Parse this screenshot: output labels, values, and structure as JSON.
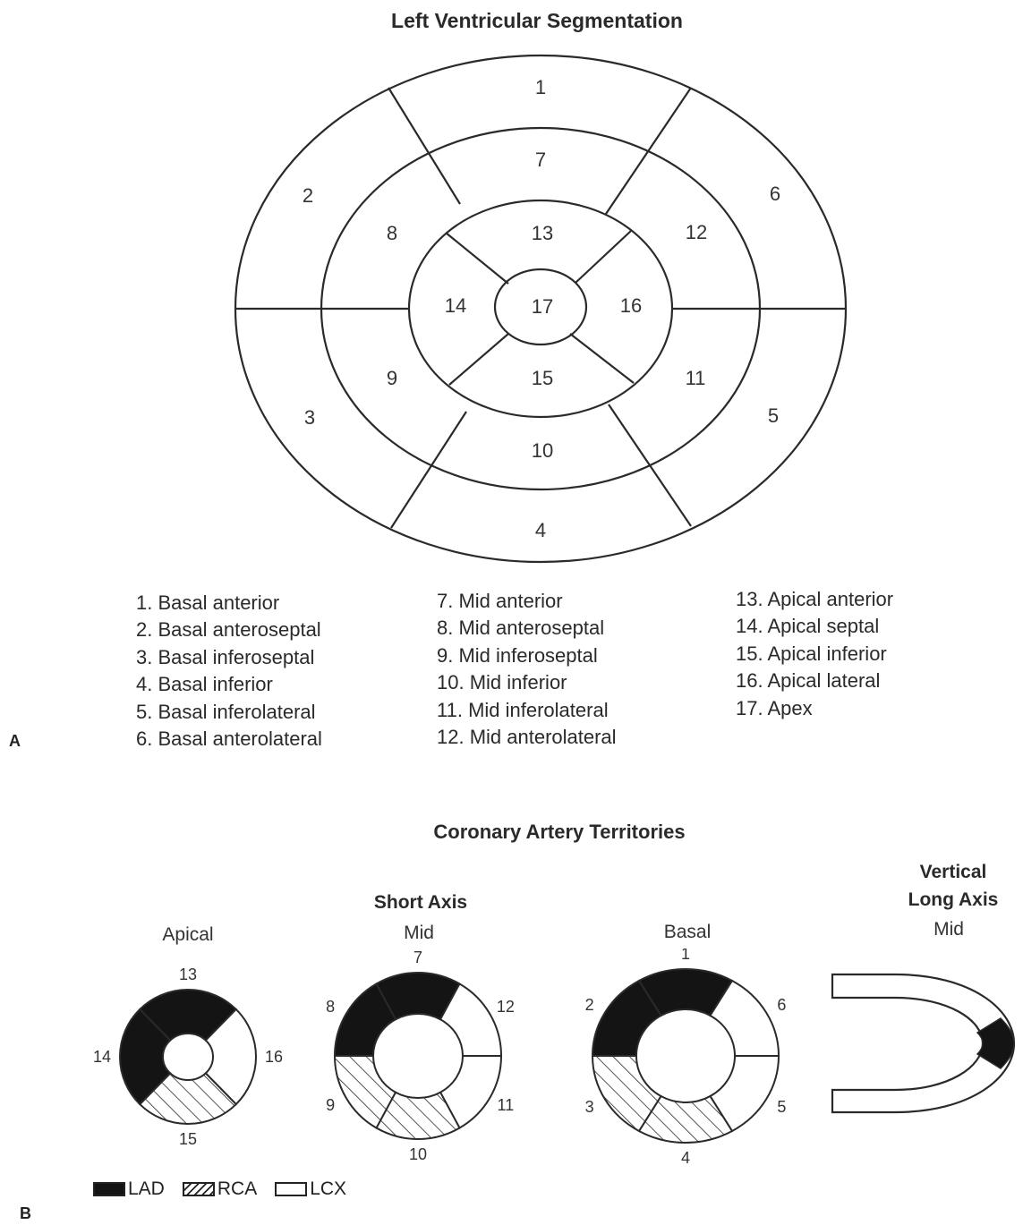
{
  "figure": {
    "panel_a_title": "Left Ventricular Segmentation",
    "panel_a_label": "A",
    "bullseye_numbers": [
      "1",
      "2",
      "3",
      "4",
      "5",
      "6",
      "7",
      "8",
      "9",
      "10",
      "11",
      "12",
      "13",
      "14",
      "15",
      "16",
      "17"
    ],
    "segments_col1": [
      "1. Basal anterior",
      "2. Basal anteroseptal",
      "3. Basal inferoseptal",
      "4. Basal inferior",
      "5. Basal inferolateral",
      "6. Basal anterolateral"
    ],
    "segments_col2": [
      "7. Mid anterior",
      "8. Mid anteroseptal",
      "9. Mid inferoseptal",
      "10. Mid inferior",
      "11. Mid inferolateral",
      "12. Mid anterolateral"
    ],
    "segments_col3": [
      "13. Apical anterior",
      "14. Apical septal",
      "15. Apical inferior",
      "16. Apical lateral",
      "17. Apex"
    ],
    "panel_b_title": "Coronary Artery Territories",
    "panel_b_label": "B",
    "short_axis_label": "Short Axis",
    "views": {
      "apical": {
        "label": "Apical",
        "numbers": [
          "13",
          "16",
          "15",
          "14"
        ]
      },
      "mid": {
        "label": "Mid",
        "numbers": [
          "7",
          "12",
          "11",
          "10",
          "9",
          "8"
        ]
      },
      "basal": {
        "label": "Basal",
        "numbers": [
          "1",
          "6",
          "5",
          "4",
          "3",
          "2"
        ]
      }
    },
    "vertical_long_axis": {
      "line1": "Vertical",
      "line2": "Long Axis",
      "line3": "Mid"
    },
    "legend": {
      "lad": "LAD",
      "rca": "RCA",
      "lcx": "LCX"
    },
    "territory_colors": {
      "lad": "#141414",
      "rca": "hatched",
      "lcx": "#ffffff"
    }
  }
}
